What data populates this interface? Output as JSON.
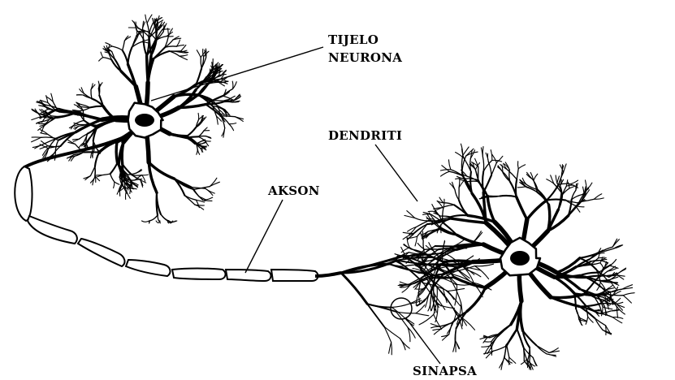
{
  "diagram": {
    "labels": {
      "cell_body_line1": "TIJELO",
      "cell_body_line2": "NEURONA",
      "dendrites": "DENDRITI",
      "axon": "AKSON",
      "synapse": "SINAPSA"
    },
    "colors": {
      "ink": "#000000",
      "background": "#ffffff"
    }
  }
}
